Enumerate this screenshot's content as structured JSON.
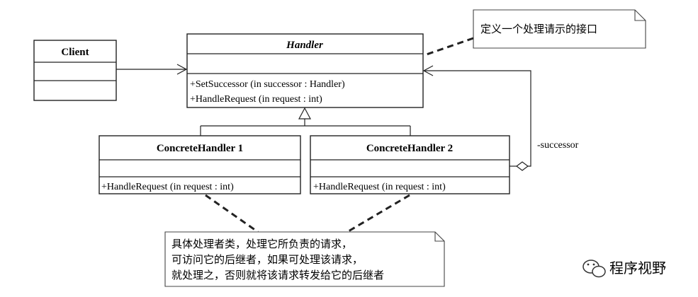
{
  "classes": {
    "client": {
      "title": "Client"
    },
    "handler": {
      "title": "Handler",
      "methods": [
        "+SetSuccessor (in successor  : Handler)",
        "+HandleRequest (in request  : int)"
      ]
    },
    "concrete1": {
      "title": "ConcreteHandler 1",
      "methods": [
        "+HandleRequest (in request  : int)"
      ]
    },
    "concrete2": {
      "title": "ConcreteHandler 2",
      "methods": [
        "+HandleRequest (in request  : int)"
      ]
    }
  },
  "association_label": "-successor",
  "notes": {
    "handler_note": [
      "定义一个处理请示的接口"
    ],
    "concrete_note": [
      "具体处理者类，处理它所负责的请求，",
      "可访问它的后继者，如果可处理该请求，",
      "就处理之，否则就将该请求转发给它的后继者"
    ]
  },
  "watermark": {
    "text": "程序视野",
    "icon": "wechat-icon"
  }
}
